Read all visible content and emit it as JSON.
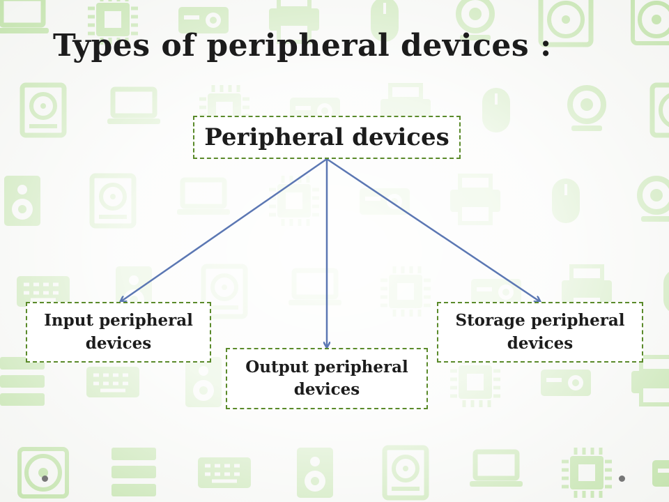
{
  "slide": {
    "title": "Types of peripheral devices :"
  },
  "diagram": {
    "root": "Peripheral devices",
    "children": [
      {
        "line1": "Input peripheral",
        "line2": "devices"
      },
      {
        "line1": "Output peripheral",
        "line2": "devices"
      },
      {
        "line1": "Storage peripheral",
        "line2": "devices"
      }
    ]
  },
  "colors": {
    "border": "#5a8a2a",
    "arrow": "#5b77b3",
    "pattern": "#c4e3ae"
  },
  "icons": [
    "laptop-icon",
    "webcam-icon",
    "speaker-icon",
    "printer-icon",
    "server-icon",
    "cpu-icon",
    "fan-icon",
    "hard-drive-icon",
    "mouse-icon",
    "keyboard-icon",
    "projector-icon",
    "cd-icon"
  ]
}
